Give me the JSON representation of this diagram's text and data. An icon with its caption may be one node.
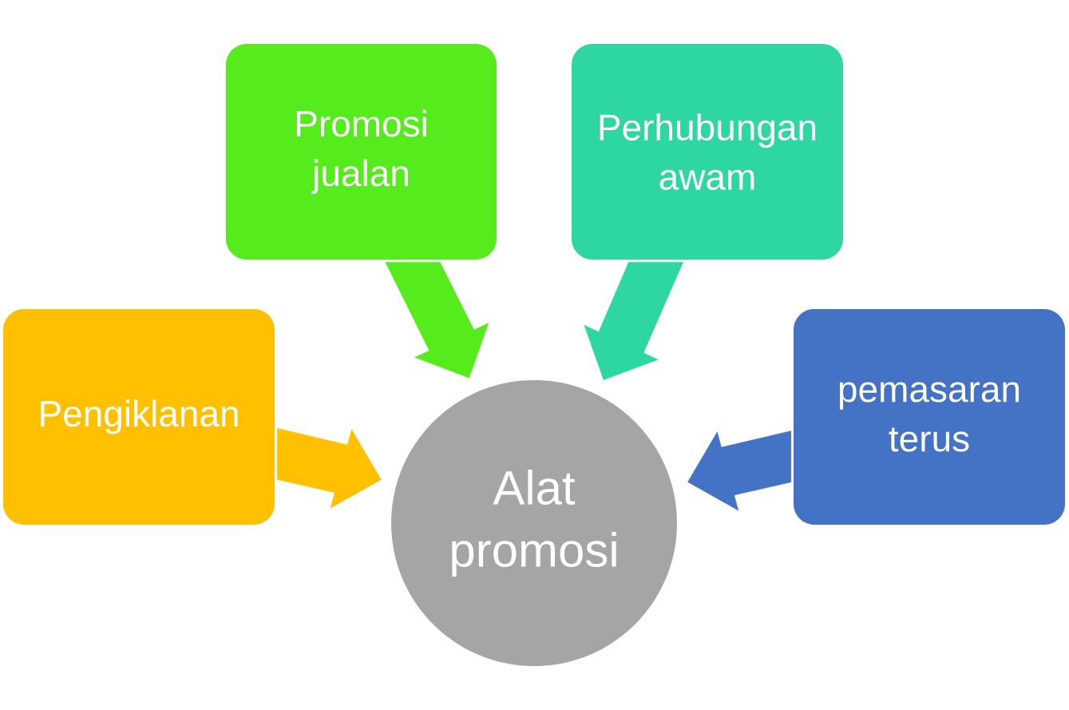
{
  "diagram": {
    "nodes": [
      {
        "text": [
          "Promosi jualan"
        ]
      },
      {
        "text": [
          "Perhubungan awam"
        ]
      },
      {
        "text": [
          "Pengiklanan"
        ]
      },
      {
        "text": [
          "Alat promosi"
        ]
      },
      {
        "text": [
          "pemasaran terus"
        ]
      }
    ],
    "edges": [
      {
        "from": 0,
        "to": 3,
        "arrow": "to",
        "color": "#55eb1c"
      },
      {
        "from": 1,
        "to": 3,
        "arrow": "to",
        "color": "#2ed6a1"
      },
      {
        "from": 2,
        "to": 3,
        "arrow": "to",
        "color": "#ffc000"
      },
      {
        "from": 4,
        "to": 3,
        "arrow": "to",
        "color": "#4472c4"
      }
    ]
  }
}
